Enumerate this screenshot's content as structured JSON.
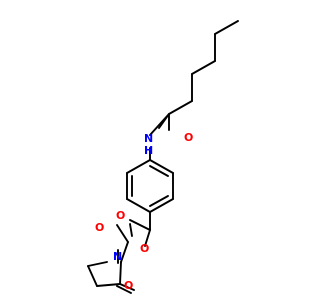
{
  "colors": {
    "bond": "#000000",
    "oxygen": "#ff0000",
    "nitrogen": "#0000ff",
    "background": "#ffffff"
  },
  "labels": {
    "amide_n": "N",
    "amide_h": "H",
    "amide_o": "O",
    "ester_o_carbonyl": "O",
    "ester_o_link": "O",
    "imide_n": "N",
    "imide_o_top": "O",
    "imide_o_bottom": "O"
  }
}
